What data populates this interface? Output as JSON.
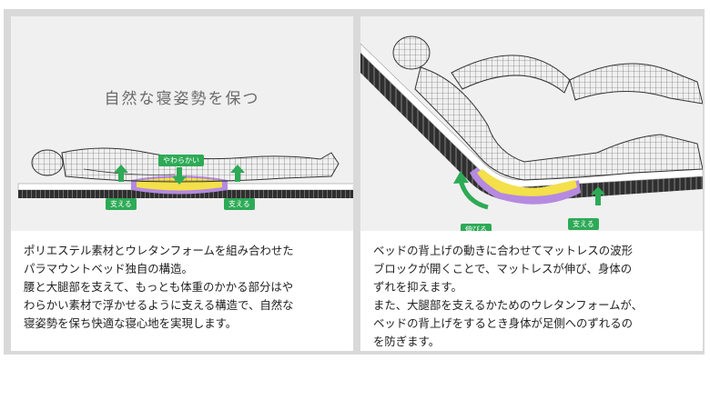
{
  "left_panel": {
    "heading": "自然な寝姿勢を保つ",
    "tags": {
      "soft": "やわらかい",
      "support_left": "支える",
      "support_right": "支える"
    },
    "description": [
      "ポリエステル素材とウレタンフォームを組み合わせた",
      "パラマウントベッド独自の構造。",
      "腰と大腿部を支えて、もっとも体重のかかる部分はや",
      "わらかい素材で浮かせるように支える構造で、自然な",
      "寝姿勢を保ち快適な寝心地を実現します。"
    ]
  },
  "right_panel": {
    "tags": {
      "stretch": "伸びる",
      "support": "支える"
    },
    "description": [
      "ベッドの背上げの動きに合わせてマットレスの波形",
      "ブロックが開くことで、マットレスが伸び、身体の",
      "ずれを抑えます。",
      "また、大腿部を支えるかためのウレタンフォームが、",
      "ベッドの背上げをするとき身体が足側へのずれるの",
      "を防ぎます。"
    ]
  },
  "colors": {
    "frame": "#d9d9d9",
    "illustration_bg": "#f0f0f0",
    "tag_green": "#2eaa56",
    "soft_foam_yellow": "#f3e04a",
    "soft_foam_purple": "#b58ae0",
    "mattress_dark": "#2f2f2f"
  }
}
